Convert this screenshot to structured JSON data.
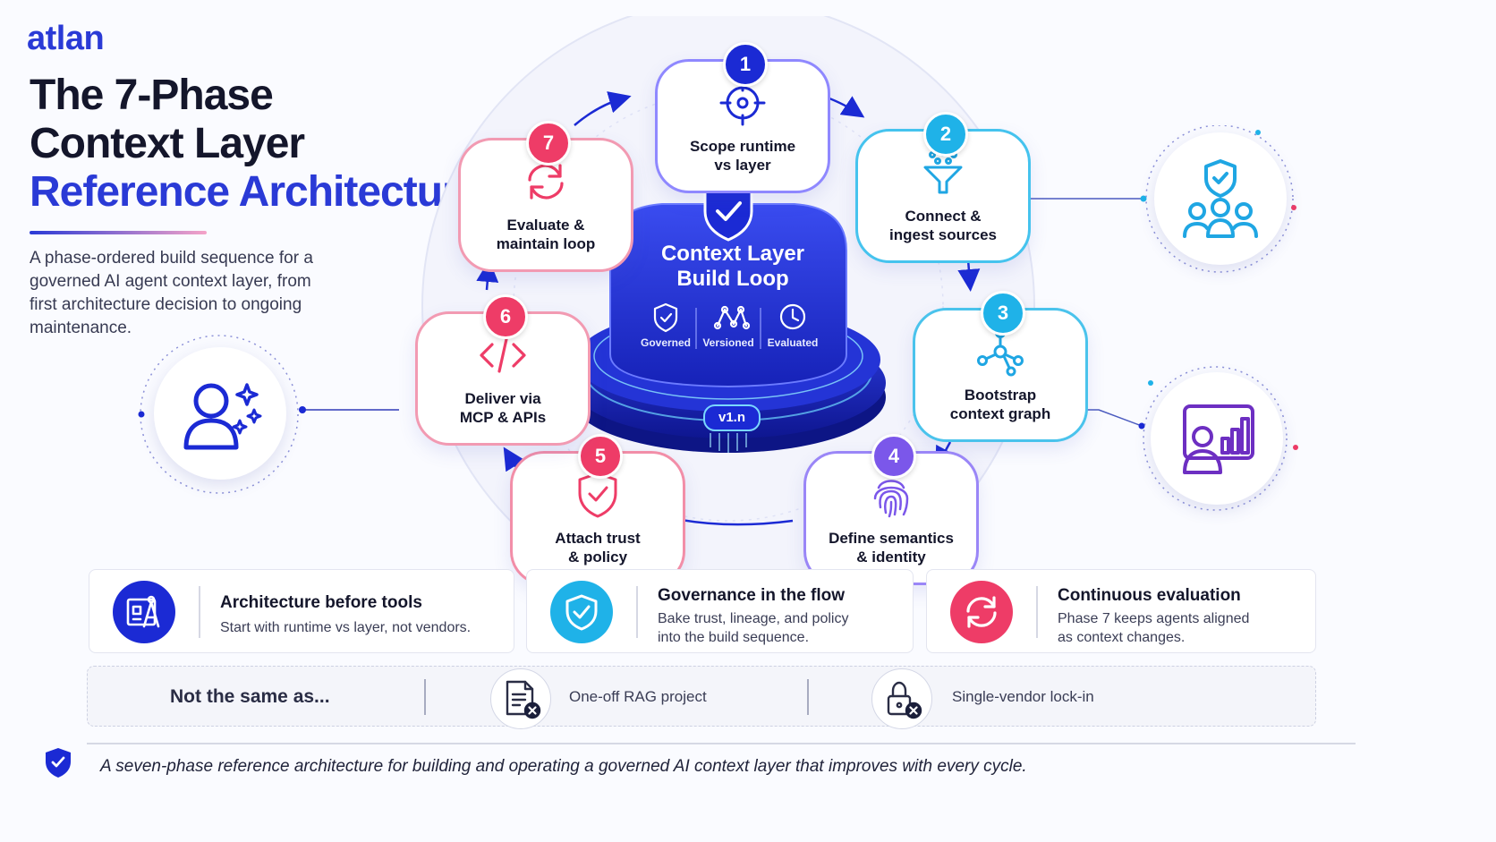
{
  "brand": {
    "logo": "atlan"
  },
  "header": {
    "title_line1": "The 7-Phase",
    "title_line2": "Context Layer",
    "title_line3": "Reference Architecture",
    "subtitle": "A phase-ordered build sequence for a governed AI agent context layer, from first architecture decision to ongoing maintenance."
  },
  "hub": {
    "title_line1": "Context Layer",
    "title_line2": "Build Loop",
    "features": [
      "Governed",
      "Versioned",
      "Evaluated"
    ],
    "version": "v1.n"
  },
  "phases": [
    {
      "number": "1",
      "label_line1": "Scope runtime",
      "label_line2": "vs layer",
      "icon": "crosshair-icon"
    },
    {
      "number": "2",
      "label_line1": "Connect &",
      "label_line2": "ingest sources",
      "icon": "funnel-icon"
    },
    {
      "number": "3",
      "label_line1": "Bootstrap",
      "label_line2": "context graph",
      "icon": "graph-nodes-icon"
    },
    {
      "number": "4",
      "label_line1": "Define semantics",
      "label_line2": "& identity",
      "icon": "fingerprint-icon"
    },
    {
      "number": "5",
      "label_line1": "Attach trust",
      "label_line2": "& policy",
      "icon": "shield-check-icon"
    },
    {
      "number": "6",
      "label_line1": "Deliver via",
      "label_line2": "MCP & APIs",
      "icon": "code-icon"
    },
    {
      "number": "7",
      "label_line1": "Evaluate &",
      "label_line2": "maintain loop",
      "icon": "refresh-icon"
    }
  ],
  "side_icons": {
    "left": "ai-user-icon",
    "right_top": "governed-team-icon",
    "right_bottom": "analytics-user-icon"
  },
  "takeaways": [
    {
      "title": "Architecture before tools",
      "body_line1": "Start with runtime vs layer, not vendors.",
      "body_line2": "",
      "icon": "blueprint-icon",
      "color": "#1b2ad4"
    },
    {
      "title": "Governance in the flow",
      "body_line1": "Bake trust, lineage, and policy",
      "body_line2": "into the build sequence.",
      "icon": "shield-check-icon",
      "color": "#1fb2e8"
    },
    {
      "title": "Continuous evaluation",
      "body_line1": "Phase 7 keeps agents aligned",
      "body_line2": "as context changes.",
      "icon": "refresh-icon",
      "color": "#ee3c67"
    }
  ],
  "not_same": {
    "heading": "Not the same as...",
    "items": [
      {
        "label": "One-off RAG project",
        "icon": "document-x-icon"
      },
      {
        "label": "Single-vendor lock-in",
        "icon": "lock-x-icon"
      }
    ]
  },
  "footer": {
    "text": "A seven-phase reference architecture for building and operating a governed AI context layer that improves with every cycle."
  },
  "colors": {
    "brand_blue": "#1b2ad4",
    "cyan": "#1fb2e8",
    "purple": "#7b57ea",
    "pink": "#ee3c67"
  }
}
